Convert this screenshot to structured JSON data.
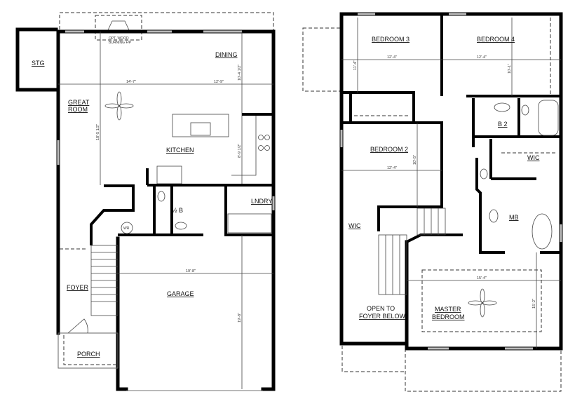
{
  "first_floor": {
    "rooms": {
      "storage": "STG",
      "great_room_1": "GREAT",
      "great_room_2": "ROOM",
      "dining": "DINING",
      "kitchen": "KITCHEN",
      "half_bath": "½ B",
      "laundry": "LNDRY",
      "foyer": "FOYER",
      "garage": "GARAGE",
      "porch": "PORCH",
      "wr": "WR"
    },
    "fireplace_note_1": "OPT. WOOD",
    "fireplace_note_2": "BURNING F/P",
    "dimensions": {
      "great_room_width": "14'-7\"",
      "dining_width": "12'-9\"",
      "dining_depth": "10'-4 1/2\"",
      "great_room_depth": "18'-5 1/2\"",
      "kitchen_depth": "8'-9 1/2\"",
      "garage_width": "19'-8\"",
      "garage_depth": "19'-8\""
    }
  },
  "second_floor": {
    "rooms": {
      "bedroom3": "BEDROOM 3",
      "bedroom4": "BEDROOM 4",
      "bedroom2": "BEDROOM 2",
      "bath2": "B 2",
      "wic_upper": "WIC",
      "wic_left": "WIC",
      "master_bath": "MB",
      "open_to_1": "OPEN TO",
      "open_to_2": "FOYER BELOW",
      "master_1": "MASTER",
      "master_2": "BEDROOM"
    },
    "dimensions": {
      "bedroom3_width": "12'-4\"",
      "bedroom3_depth": "11'-4\"",
      "bedroom4_width": "12'-4\"",
      "bedroom4_depth": "10'-1\"",
      "bedroom2_width": "12'-4\"",
      "bedroom2_depth": "10'-5\"",
      "master_width": "15'-4\"",
      "master_depth": "15'-2\""
    }
  }
}
